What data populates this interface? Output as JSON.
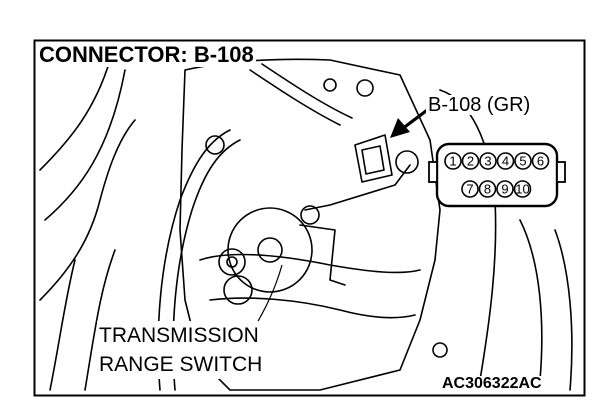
{
  "diagram": {
    "title": "CONNECTOR: B-108",
    "callout_label": "B-108 (GR)",
    "component_label": [
      "TRANSMISSION",
      "RANGE SWITCH"
    ],
    "figure_id": "AC306322AC",
    "connector_pins": {
      "top_row": [
        "1",
        "2",
        "3",
        "4",
        "5",
        "6"
      ],
      "bottom_row": [
        "7",
        "8",
        "9",
        "10"
      ]
    }
  }
}
